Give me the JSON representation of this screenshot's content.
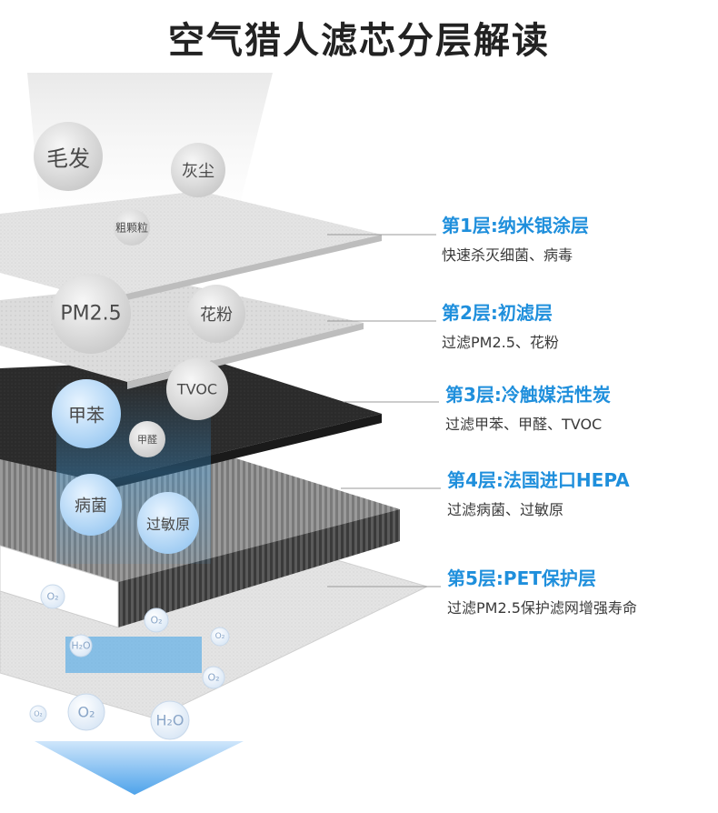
{
  "title": "空气猎人滤芯分层解读",
  "accent_color": "#1f8fdc",
  "layers": [
    {
      "name": "第1层:纳米银涂层",
      "desc": "快速杀灭细菌、病毒"
    },
    {
      "name": "第2层:初滤层",
      "desc": "过滤PM2.5、花粉"
    },
    {
      "name": "第3层:冷触媒活性炭",
      "desc": "过滤甲苯、甲醛、TVOC"
    },
    {
      "name": "第4层:法国进口HEPA",
      "desc": "过滤病菌、过敏原"
    },
    {
      "name": "第5层:PET保护层",
      "desc": "过滤PM2.5保护滤网增强寿命"
    }
  ],
  "bubbles": [
    {
      "label": "毛发",
      "id": "hair"
    },
    {
      "label": "灰尘",
      "id": "dust"
    },
    {
      "label": "粗颗粒",
      "id": "coarse"
    },
    {
      "label": "PM2.5",
      "id": "pm25"
    },
    {
      "label": "花粉",
      "id": "pollen"
    },
    {
      "label": "甲苯",
      "id": "toluene"
    },
    {
      "label": "TVOC",
      "id": "tvoc"
    },
    {
      "label": "甲醛",
      "id": "formaldehyde"
    },
    {
      "label": "病菌",
      "id": "germs"
    },
    {
      "label": "过敏原",
      "id": "allergen"
    }
  ],
  "molecules": [
    "O₂",
    "O₂",
    "H₂O",
    "O₂",
    "O₂",
    "O₂",
    "O₂",
    "H₂O"
  ]
}
